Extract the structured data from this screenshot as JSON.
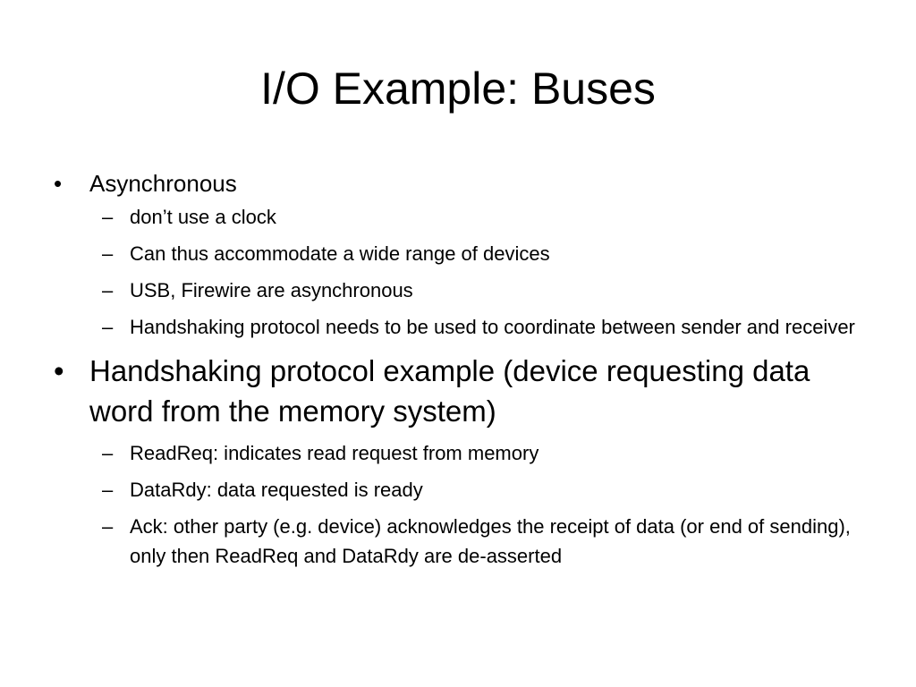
{
  "slide": {
    "title": "I/O Example:  Buses",
    "bullet_glyph": "•",
    "dash_glyph": "–",
    "items": [
      {
        "text": "Asynchronous",
        "sub": [
          "don’t use a clock",
          "Can thus accommodate a wide range of devices",
          "USB, Firewire are asynchronous",
          "Handshaking protocol needs to be used to coordinate between sender and receiver"
        ]
      },
      {
        "text": "Handshaking protocol example (device requesting data word from the memory system)",
        "sub": [
          "ReadReq: indicates read request from memory",
          "DataRdy: data requested is ready",
          "Ack: other party (e.g. device) acknowledges the receipt of data (or end of sending), only then ReadReq and DataRdy are de-asserted"
        ]
      }
    ]
  }
}
